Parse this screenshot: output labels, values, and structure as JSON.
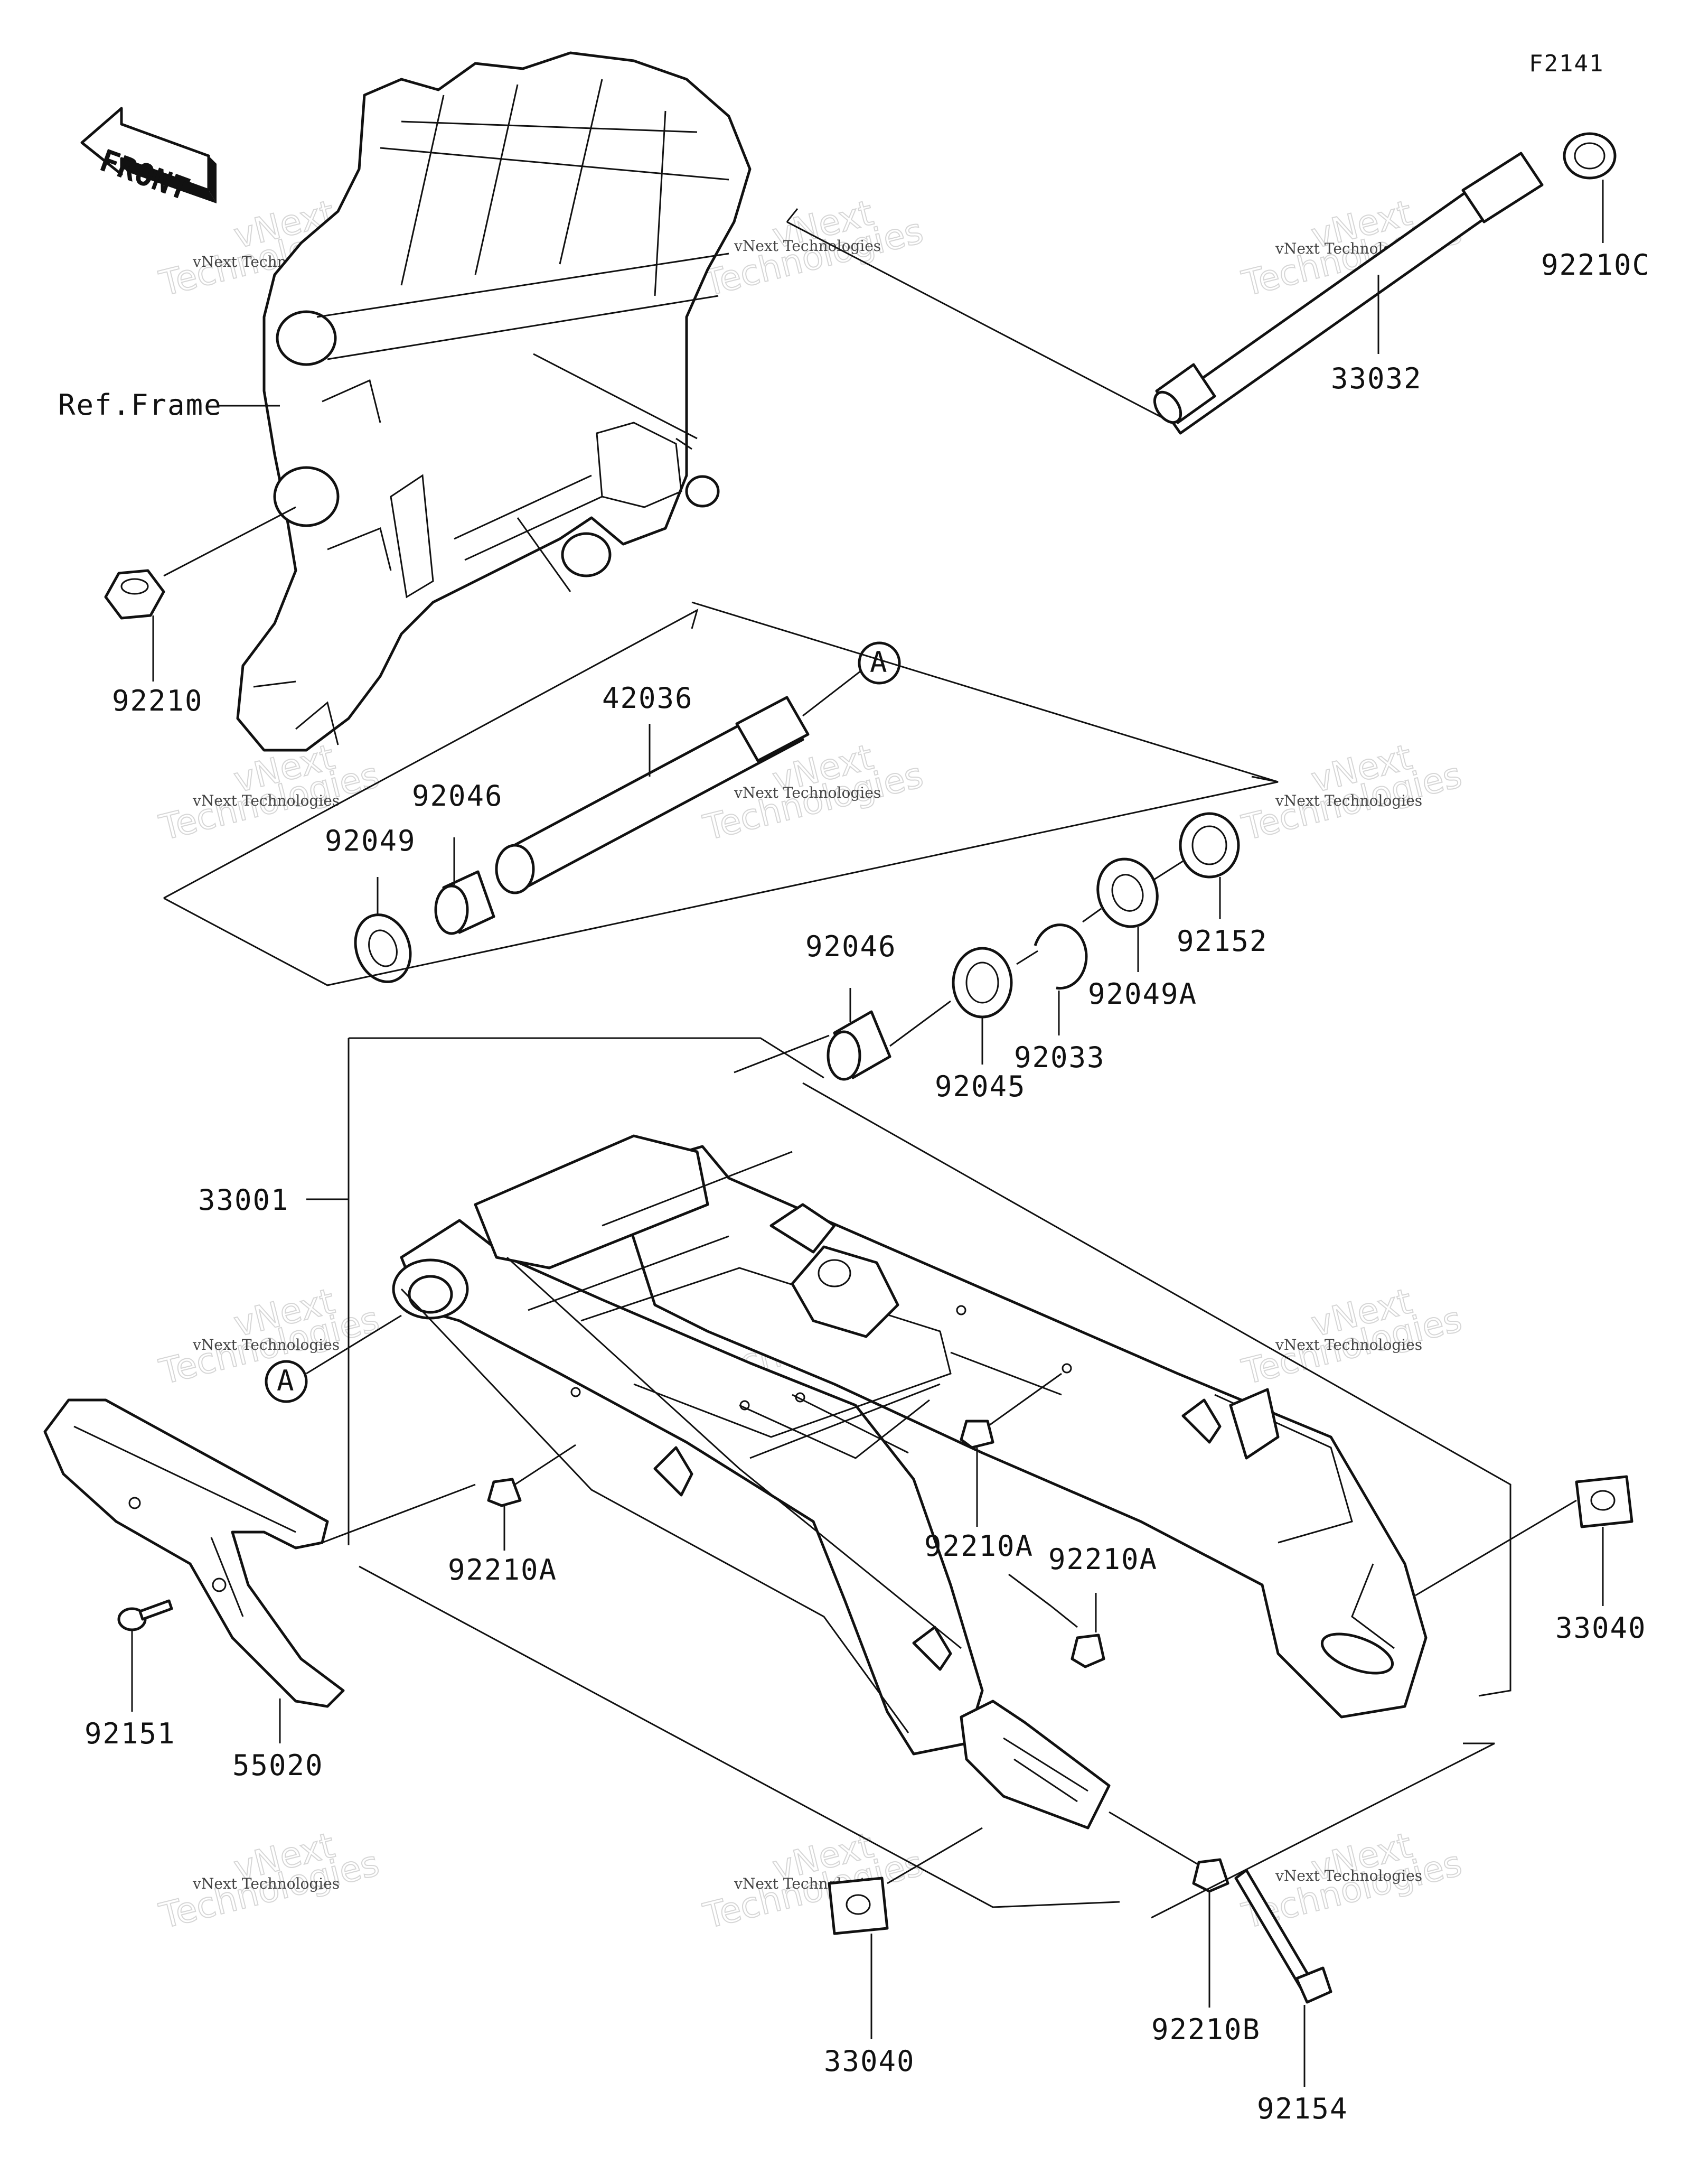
{
  "diagram_code": "F2141",
  "front_label": "FRONT",
  "callout_marker": "A",
  "watermark": {
    "line1": "vNext Technologies",
    "line2": "vNext",
    "line3": "Technologies"
  },
  "parts": {
    "ref_frame": "Ref.Frame",
    "p92210": "92210",
    "p92210C": "92210C",
    "p33032": "33032",
    "p42036": "42036",
    "p92046_a": "92046",
    "p92049": "92049",
    "p92046_b": "92046",
    "p92045": "92045",
    "p92033": "92033",
    "p92049A": "92049A",
    "p92152": "92152",
    "p33001": "33001",
    "p92210A_a": "92210A",
    "p92210A_b": "92210A",
    "p92210A_c": "92210A",
    "p92151": "92151",
    "p55020": "55020",
    "p33040_a": "33040",
    "p33040_b": "33040",
    "p92210B": "92210B",
    "p92154": "92154"
  }
}
